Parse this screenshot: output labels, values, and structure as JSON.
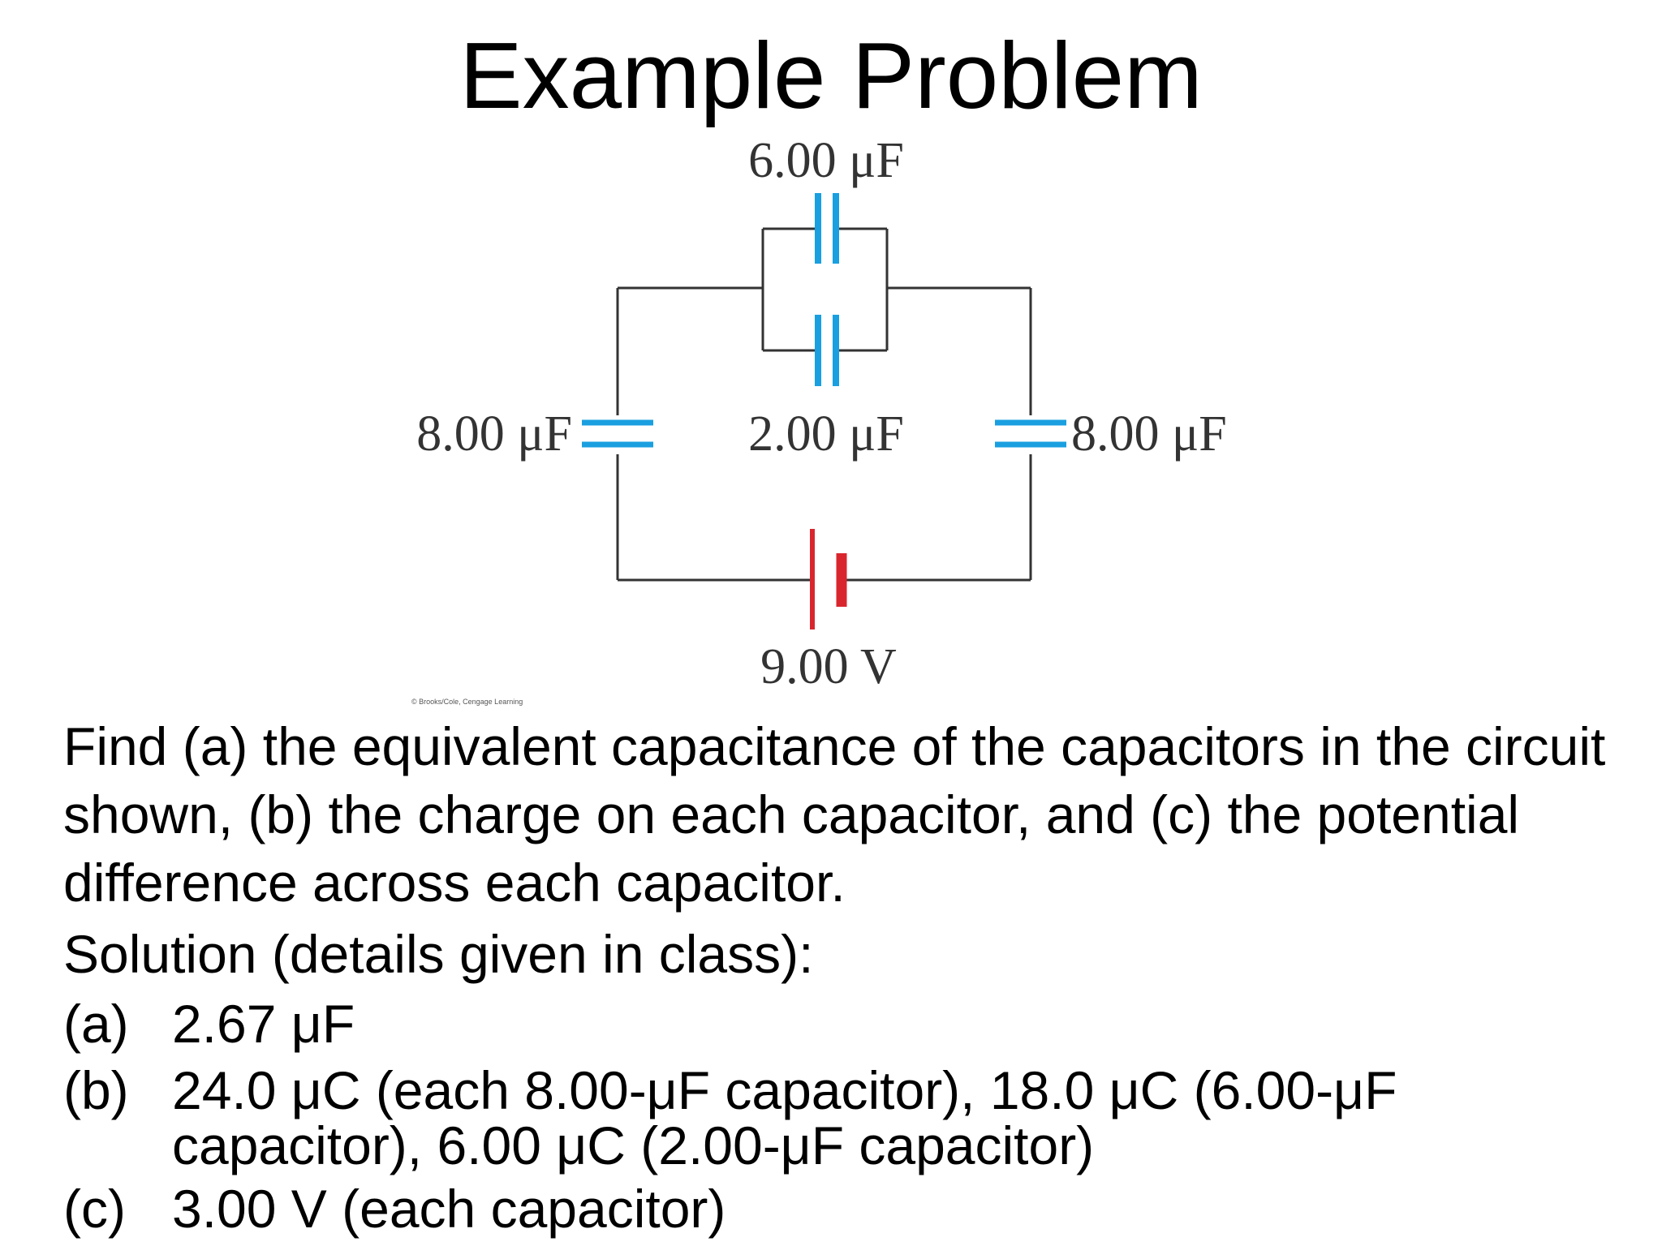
{
  "slide": {
    "title": "Example Problem",
    "problem_text": "Find (a) the equivalent capacitance of the capacitors in the circuit shown, (b) the charge on each capacitor, and (c) the potential difference across each capacitor.",
    "solution_heading": "Solution (details given in class):",
    "answers": [
      {
        "marker": "(a)",
        "text": "2.67 μF"
      },
      {
        "marker": "(b)",
        "text": "24.0 μC (each 8.00-μF capacitor), 18.0 μC (6.00-μF capacitor), 6.00 μC (2.00-μF capacitor)"
      },
      {
        "marker": "(c)",
        "text": "3.00 V (each capacitor)"
      }
    ]
  },
  "circuit": {
    "cap_top_label": "6.00 μF",
    "cap_mid_label": "2.00 μF",
    "cap_left_label": "8.00 μF",
    "cap_right_label": "8.00 μF",
    "battery_label": "9.00 V",
    "credit": "© Brooks/Cole, Cengage Learning",
    "colors": {
      "wire": "#333333",
      "capacitor": "#1a9fe0",
      "battery": "#d9262e"
    }
  }
}
